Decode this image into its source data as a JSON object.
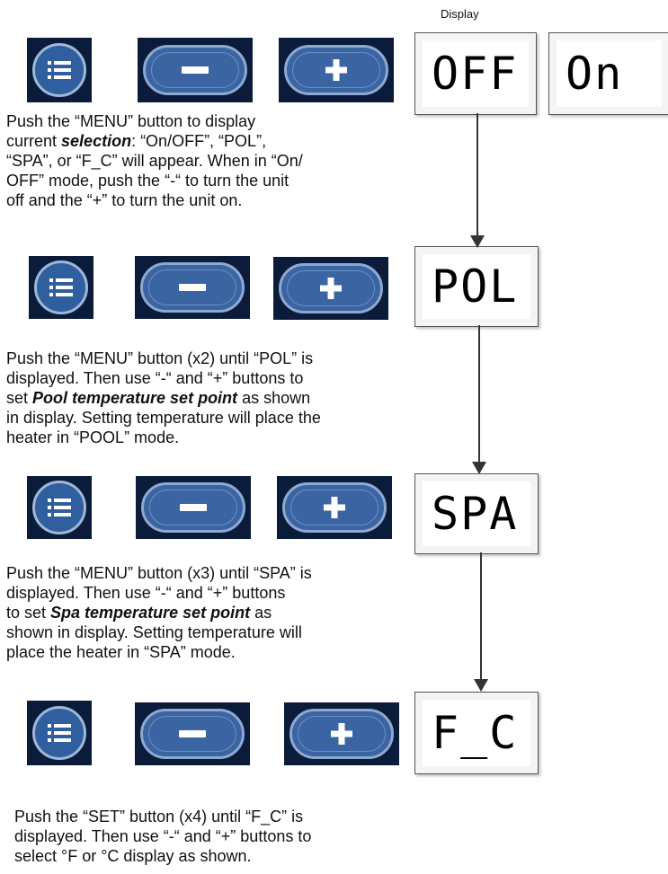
{
  "header": {
    "display_label": "Display"
  },
  "icons": {
    "menu": "list-icon",
    "minus": "minus-icon",
    "plus": "plus-icon"
  },
  "colors": {
    "tile_bg": "#0b1b3a",
    "button_blue": "#3a64a2",
    "button_border": "#8ea9d1"
  },
  "displays": {
    "off": "OFF",
    "on": "On",
    "pol": "POL",
    "spa": "SPA",
    "fc": "F_C"
  },
  "steps": [
    {
      "lines": [
        [
          "Push the “MENU” button to display"
        ],
        [
          "current ",
          {
            "b": "selection"
          },
          ": “On/OFF”, “POL”,"
        ],
        [
          "“SPA”, or “F_C” will appear. When in “On/"
        ],
        [
          "OFF” mode, push the “-“ to turn the unit"
        ],
        [
          "off and the “+” to turn the unit on."
        ]
      ]
    },
    {
      "lines": [
        [
          "Push the “MENU” button (x2) until “POL” is"
        ],
        [
          "displayed.  Then use “-“ and “+” buttons to"
        ],
        [
          "set ",
          {
            "b": "Pool temperature set point"
          },
          " as shown"
        ],
        [
          "in display. Setting temperature will place the"
        ],
        [
          "heater in “POOL” mode."
        ]
      ]
    },
    {
      "lines": [
        [
          "Push the “MENU” button (x3) until “SPA” is"
        ],
        [
          "displayed.  Then use  “-“ and “+” buttons"
        ],
        [
          "to set ",
          {
            "b": "Spa temperature set point"
          },
          " as"
        ],
        [
          "shown in display. Setting temperature will"
        ],
        [
          "place the heater in “SPA” mode."
        ]
      ]
    },
    {
      "lines": [
        [
          "Push the “SET” button (x4) until “F_C” is"
        ],
        [
          "displayed.  Then use  “-“  and “+” buttons to"
        ],
        [
          "select °F or °C display as shown."
        ]
      ]
    }
  ]
}
